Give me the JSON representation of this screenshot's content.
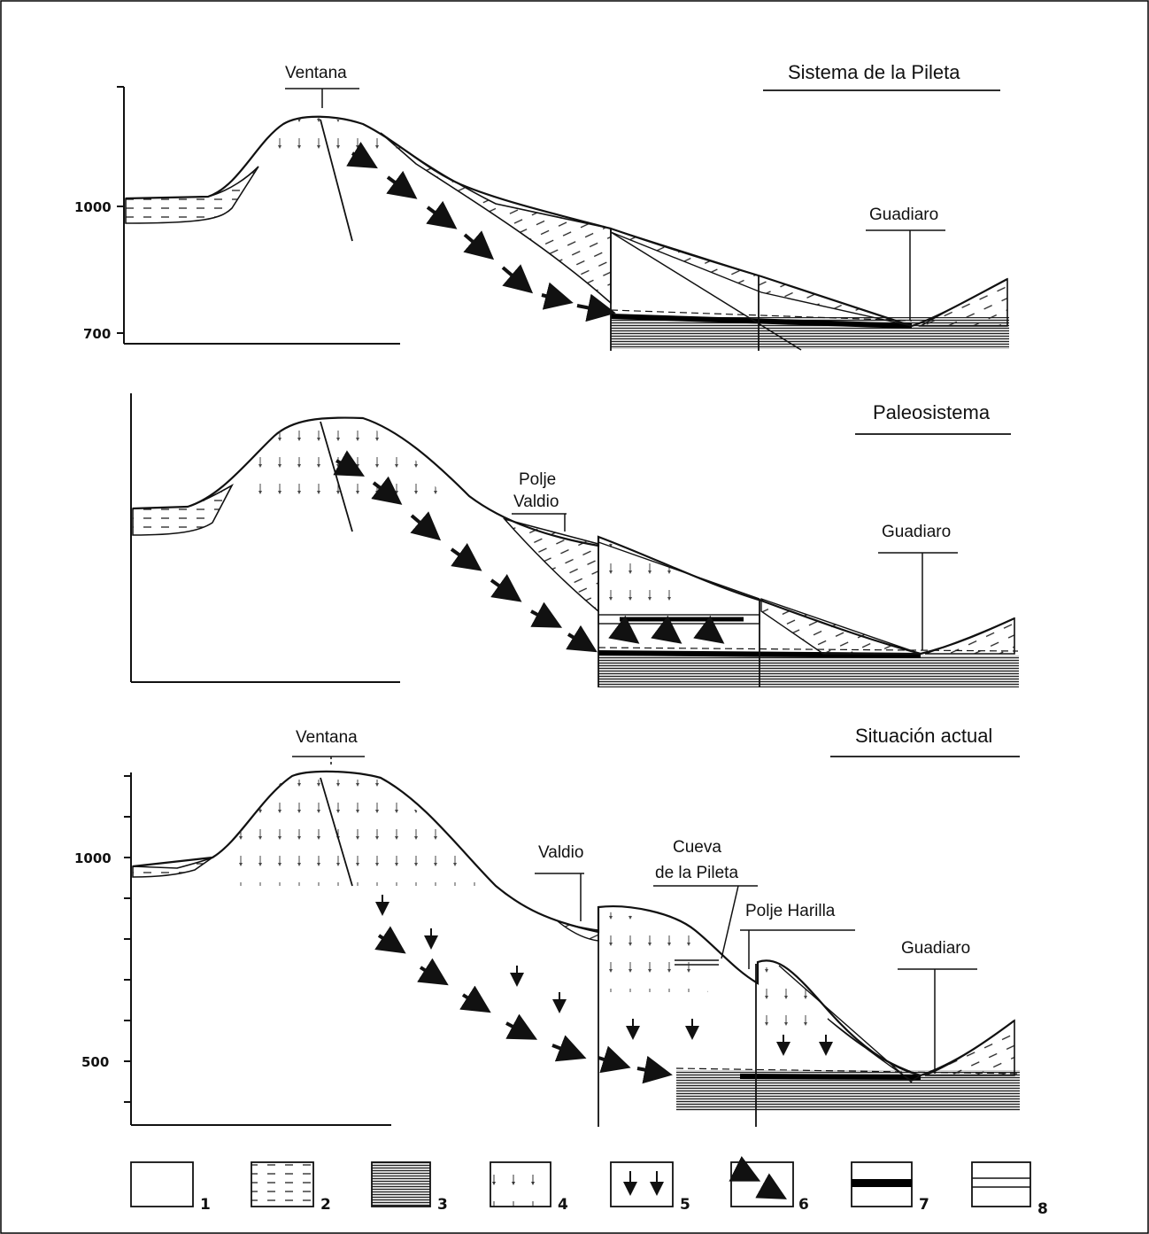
{
  "panels": [
    {
      "title": "Sistema de la Pileta",
      "labels": [
        "Ventana",
        "Guadiaro"
      ],
      "axis_ticks": [
        "1000",
        "700"
      ]
    },
    {
      "title": "Paleosistema",
      "labels": [
        "Polje",
        "Valdio",
        "Guadiaro"
      ],
      "axis_ticks": []
    },
    {
      "title": "Situación actual",
      "labels": [
        "Ventana",
        "Valdio",
        "Cueva",
        "de la Pileta",
        "Polje Harilla",
        "Guadiaro"
      ],
      "axis_ticks": [
        "1000",
        "500"
      ]
    }
  ],
  "legend": [
    {
      "key": "1",
      "pattern": "blank"
    },
    {
      "key": "2",
      "pattern": "dashes"
    },
    {
      "key": "3",
      "pattern": "dense-hatch"
    },
    {
      "key": "4",
      "pattern": "small-arrows"
    },
    {
      "key": "5",
      "pattern": "large-arrows"
    },
    {
      "key": "6",
      "pattern": "diagonal-arrows"
    },
    {
      "key": "7",
      "pattern": "thick-band"
    },
    {
      "key": "8",
      "pattern": "double-line"
    }
  ]
}
